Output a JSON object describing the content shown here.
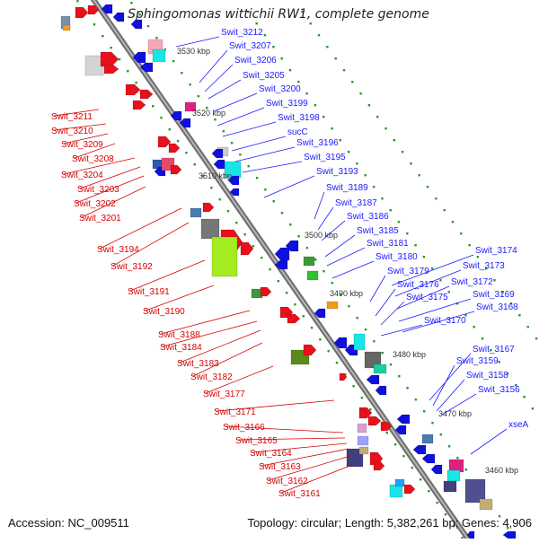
{
  "title": "Sphingomonas wittichii RW1, complete genome",
  "footer": {
    "accession": "Accession: NC_009511",
    "summary": "Topology: circular; Length: 5,382,261 bp; Genes: 4,906"
  },
  "scale_labels": [
    "3530 kbp",
    "3520 kbp",
    "3510 kbp",
    "3500 kbp",
    "3490 kbp",
    "3480 kbp",
    "3470 kbp",
    "3460 kbp"
  ],
  "gene_labels_left": [
    "Swit_3211",
    "Swit_3210",
    "Swit_3209",
    "Swit_3208",
    "Swit_3204",
    "Swit_3203",
    "Swit_3202",
    "Swit_3201",
    "Swit_3194",
    "Swit_3192",
    "Swit_3191",
    "Swit_3190",
    "Swit_3188",
    "Swit_3184",
    "Swit_3183",
    "Swit_3182",
    "Swit_3177",
    "Swit_3171",
    "Swit_3166",
    "Swit_3165",
    "Swit_3164",
    "Swit_3163",
    "Swit_3162",
    "Swit_3161"
  ],
  "gene_labels_right": [
    "Swit_3212",
    "Swit_3207",
    "Swit_3206",
    "Swit_3205",
    "Swit_3200",
    "Swit_3199",
    "Swit_3198",
    "sucC",
    "Swit_3196",
    "Swit_3195",
    "Swit_3193",
    "Swit_3189",
    "Swit_3187",
    "Swit_3186",
    "Swit_3185",
    "Swit_3181",
    "Swit_3180",
    "Swit_3179",
    "Swit_3176",
    "Swit_3175",
    "Swit_3174",
    "Swit_3173",
    "Swit_3172",
    "Swit_3169",
    "Swit_3168",
    "Swit_3170",
    "Swit_3167",
    "Swit_3159",
    "Swit_3158",
    "Swit_3156",
    "xseA"
  ],
  "colors": {
    "left_label": "#d40000",
    "right_label": "#1a1aff",
    "backbone": "#888888",
    "gc_dots": "#2a9a2a",
    "gene_red": "#e8101a",
    "gene_blue": "#1010dd"
  }
}
